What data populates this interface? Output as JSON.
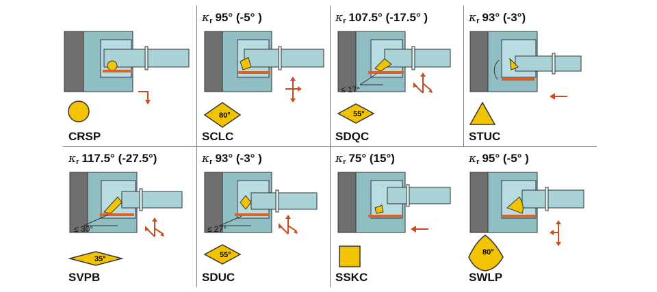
{
  "cells": [
    {
      "title_prefix": "",
      "title_value": "",
      "code": "CRSP",
      "insert_label": "",
      "clearance": ""
    },
    {
      "title_prefix": "κ",
      "title_sub": "r",
      "title_value": "95° (-5° )",
      "code": "SCLC",
      "insert_label": "80°",
      "clearance": ""
    },
    {
      "title_prefix": "κ",
      "title_sub": "r",
      "title_value": "107.5° (-17.5° )",
      "code": "SDQC",
      "insert_label": "55°",
      "clearance": "≤ 17°"
    },
    {
      "title_prefix": "κ",
      "title_sub": "r",
      "title_value": "93° (-3°)",
      "code": "STUC",
      "insert_label": "",
      "clearance": ""
    },
    {
      "title_prefix": "κ",
      "title_sub": "r",
      "title_value": "117.5° (-27.5°)",
      "code": "SVPB",
      "insert_label": "35°",
      "clearance": "≤ 30°"
    },
    {
      "title_prefix": "κ",
      "title_sub": "r",
      "title_value": "93° (-3° )",
      "code": "SDUC",
      "insert_label": "55°",
      "clearance": "≤ 27°"
    },
    {
      "title_prefix": "κ",
      "title_sub": "r",
      "title_value": "75° (15°)",
      "code": "SSKC",
      "insert_label": "",
      "clearance": ""
    },
    {
      "title_prefix": "κ",
      "title_sub": "r",
      "title_value": "95° (-5° )",
      "code": "SWLP",
      "insert_label": "80°",
      "clearance": ""
    }
  ],
  "colors": {
    "workpiece": "#6f6f6f",
    "bore_wall": "#7fb3b8",
    "bar": "#a9d3d6",
    "cut": "#d9642a",
    "insert": "#f2c300",
    "arrow": "#cc4a1c"
  }
}
